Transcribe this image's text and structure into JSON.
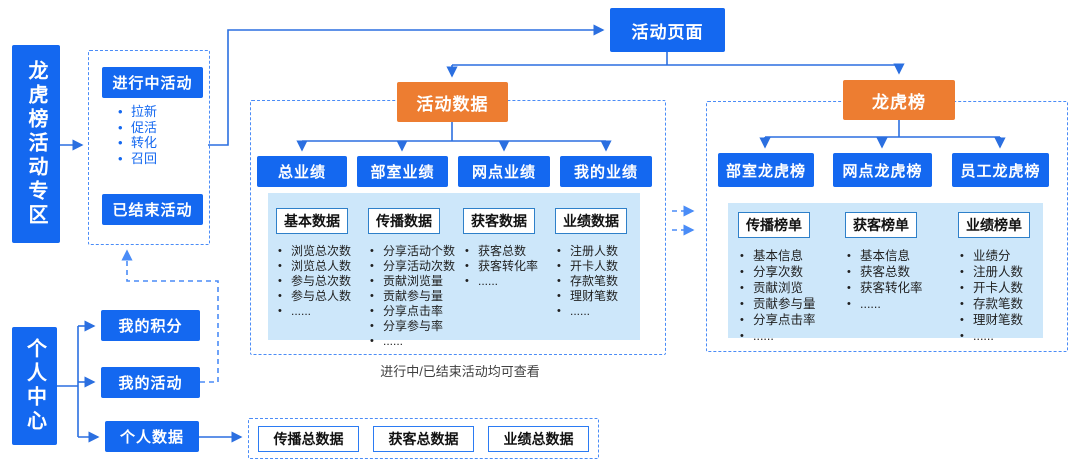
{
  "left_zone": {
    "title": "龙虎榜活动专区",
    "ongoing_label": "进行中活动",
    "ongoing_items": [
      "拉新",
      "促活",
      "转化",
      "召回"
    ],
    "ended_label": "已结束活动"
  },
  "activity_page": {
    "title": "活动页面"
  },
  "activity_data": {
    "title": "活动数据",
    "children": [
      "总业绩",
      "部室业绩",
      "网点业绩",
      "我的业绩"
    ],
    "panel_columns": [
      {
        "label": "基本数据",
        "items": [
          "浏览总次数",
          "浏览总人数",
          "参与总次数",
          "参与总人数",
          "......"
        ]
      },
      {
        "label": "传播数据",
        "items": [
          "分享活动个数",
          "分享活动次数",
          "贡献浏览量",
          "贡献参与量",
          "分享点击率",
          "分享参与率",
          "......"
        ]
      },
      {
        "label": "获客数据",
        "items": [
          "获客总数",
          "获客转化率",
          "......"
        ]
      },
      {
        "label": "业绩数据",
        "items": [
          "注册人数",
          "开卡人数",
          "存款笔数",
          "理财笔数",
          "......"
        ]
      }
    ],
    "caption": "进行中/已结束活动均可查看"
  },
  "leaderboard": {
    "title": "龙虎榜",
    "children": [
      "部室龙虎榜",
      "网点龙虎榜",
      "员工龙虎榜"
    ],
    "panel_columns": [
      {
        "label": "传播榜单",
        "items": [
          "基本信息",
          "分享次数",
          "贡献浏览",
          "贡献参与量",
          "分享点击率",
          "......"
        ]
      },
      {
        "label": "获客榜单",
        "items": [
          "基本信息",
          "获客总数",
          "获客转化率",
          "......"
        ]
      },
      {
        "label": "业绩榜单",
        "items": [
          "业绩分",
          "注册人数",
          "开卡人数",
          "存款笔数",
          "理财笔数",
          "......"
        ]
      }
    ]
  },
  "personal_center": {
    "title": "个人中心",
    "my_points": "我的积分",
    "my_activity": "我的活动",
    "my_data": "个人数据",
    "summary_boxes": [
      "传播总数据",
      "获客总数据",
      "业绩总数据"
    ]
  },
  "colors": {
    "node_blue": "#1468f0",
    "accent_orange": "#ed7d31",
    "panel_light_blue": "#cde7fa",
    "dashed_border_blue": "#4a8cf7",
    "connector_blue": "#2b6fe0",
    "label_border_blue": "#2e80c9"
  }
}
